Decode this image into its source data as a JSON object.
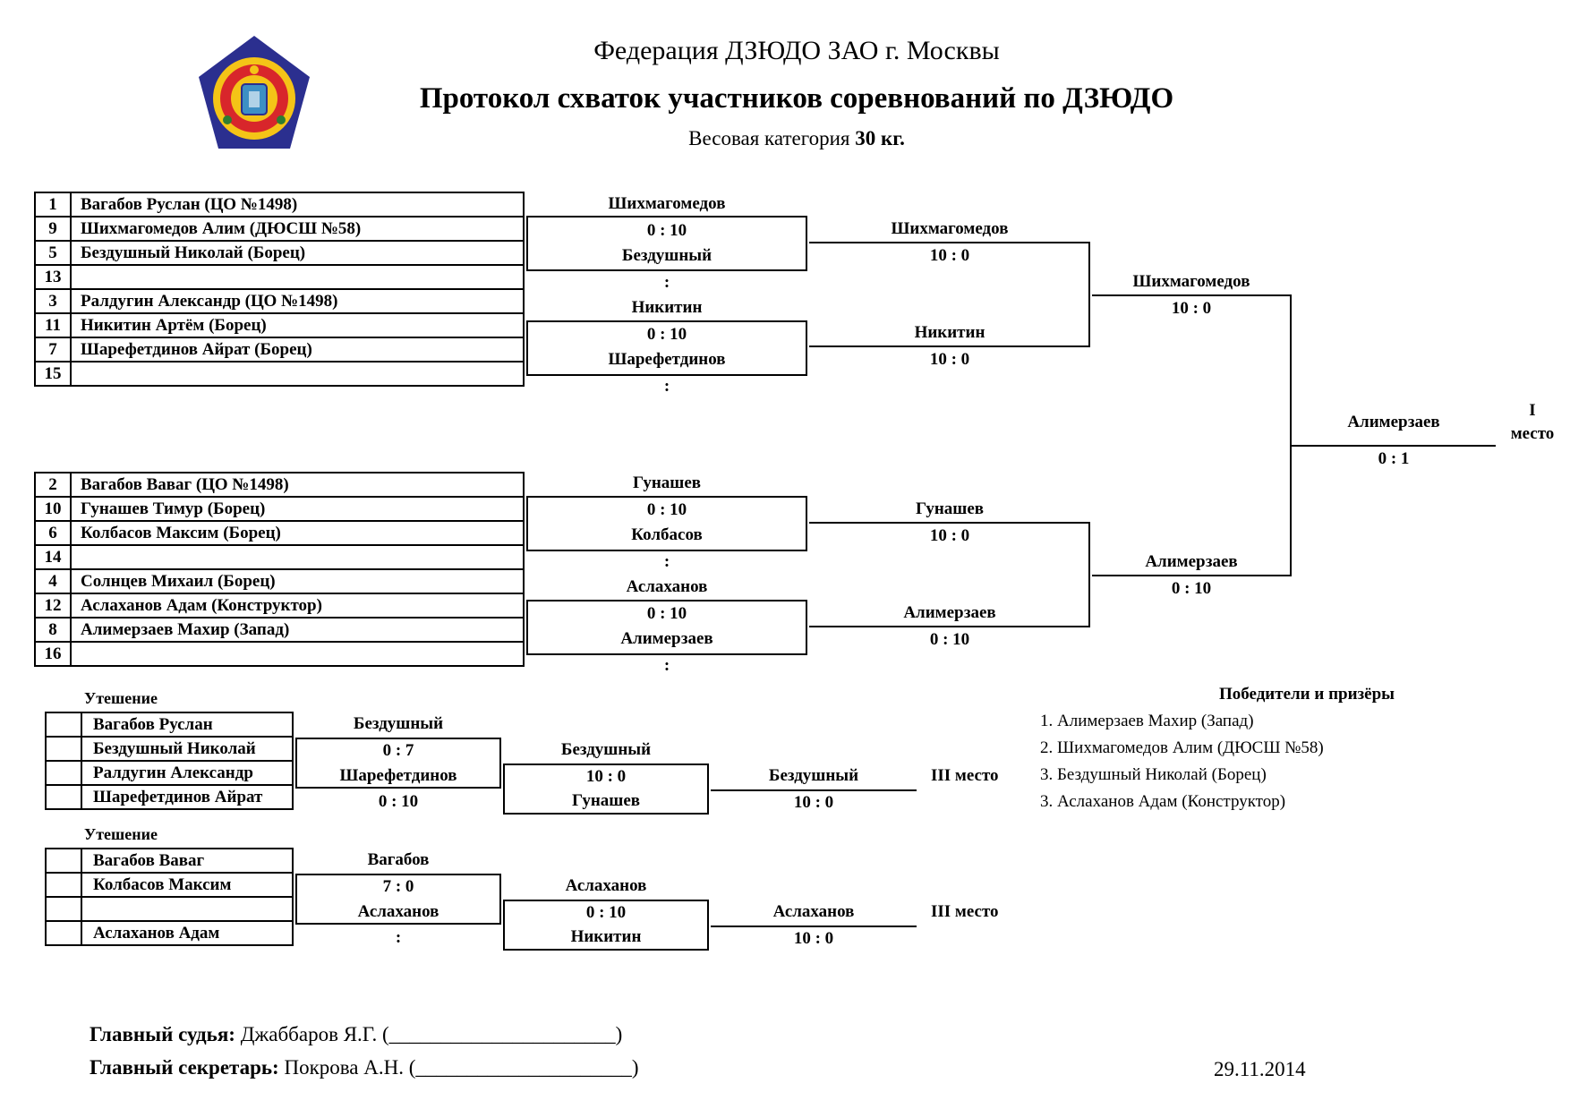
{
  "header": {
    "federation": "Федерация ДЗЮДО ЗАО г. Москвы",
    "title": "Протокол схваток участников соревнований по ДЗЮДО",
    "weight_label": "Весовая категория",
    "weight_value": "30 кг."
  },
  "groupA": [
    {
      "num": "1",
      "name": "Вагабов Руслан (ЦО №1498)"
    },
    {
      "num": "9",
      "name": "Шихмагомедов Алим (ДЮСШ №58)"
    },
    {
      "num": "5",
      "name": "Бездушный Николай (Борец)"
    },
    {
      "num": "13",
      "name": ""
    },
    {
      "num": "3",
      "name": "Ралдугин Александр (ЦО №1498)"
    },
    {
      "num": "11",
      "name": "Никитин Артём (Борец)"
    },
    {
      "num": "7",
      "name": "Шарефетдинов Айрат (Борец)"
    },
    {
      "num": "15",
      "name": ""
    }
  ],
  "groupB": [
    {
      "num": "2",
      "name": "Вагабов Ваваг (ЦО №1498)"
    },
    {
      "num": "10",
      "name": "Гунашев Тимур (Борец)"
    },
    {
      "num": "6",
      "name": "Колбасов Максим (Борец)"
    },
    {
      "num": "14",
      "name": ""
    },
    {
      "num": "4",
      "name": "Солнцев Михаил (Борец)"
    },
    {
      "num": "12",
      "name": "Аслаханов Адам (Конструктор)"
    },
    {
      "num": "8",
      "name": "Алимерзаев Махир (Запад)"
    },
    {
      "num": "16",
      "name": ""
    }
  ],
  "round1A": [
    {
      "top": "Шихмагомедов",
      "score": "0 : 10",
      "bottom": "Бездушный",
      "score2": ":"
    },
    {
      "top": "Никитин",
      "score": "0 : 10",
      "bottom": "Шарефетдинов",
      "score2": ":"
    }
  ],
  "round1B": [
    {
      "top": "Гунашев",
      "score": "0 : 10",
      "bottom": "Колбасов",
      "score2": ":"
    },
    {
      "top": "Аслаханов",
      "score": "0 : 10",
      "bottom": "Алимерзаев",
      "score2": ":"
    }
  ],
  "round2A": [
    {
      "winner": "Шихмагомедов",
      "score": "10 : 0"
    },
    {
      "winner": "Никитин",
      "score": "10 : 0"
    }
  ],
  "round2B": [
    {
      "winner": "Гунашев",
      "score": "10 : 0"
    },
    {
      "winner": "Алимерзаев",
      "score": "0 : 10"
    }
  ],
  "semi": [
    {
      "winner": "Шихмагомедов",
      "score": "10 : 0"
    },
    {
      "winner": "Алимерзаев",
      "score": "0 : 10"
    }
  ],
  "final": {
    "winner": "Алимерзаев",
    "score": "0 : 1",
    "place_num": "I",
    "place_word": "место"
  },
  "consolation1": {
    "label": "Утешение",
    "names": [
      "Вагабов Руслан",
      "Бездушный Николай",
      "Ралдугин Александр",
      "Шарефетдинов Айрат"
    ],
    "r1": {
      "top": "Бездушный",
      "score": "0 : 7",
      "bottom": "Шарефетдинов",
      "score2": "0 : 10"
    },
    "r2": {
      "top": "Бездушный",
      "score": "10 : 0",
      "bottom": "Гунашев"
    },
    "r3": {
      "winner": "Бездушный",
      "score": "10 : 0"
    },
    "place": "III место"
  },
  "consolation2": {
    "label": "Утешение",
    "names": [
      "Вагабов Ваваг",
      "Колбасов Максим",
      "",
      "Аслаханов Адам"
    ],
    "r1": {
      "top": "Вагабов",
      "score": "7 : 0",
      "bottom": "Аслаханов",
      "score2": ":"
    },
    "r2": {
      "top": "Аслаханов",
      "score": "0 : 10",
      "bottom": "Никитин"
    },
    "r3": {
      "winner": "Аслаханов",
      "score": "10 : 0"
    },
    "place": "III место"
  },
  "winners": {
    "title": "Победители и призёры",
    "list": [
      "1. Алимерзаев Махир (Запад)",
      "2. Шихмагомедов Алим (ДЮСШ №58)",
      "3. Бездушный Николай (Борец)",
      "3. Аслаханов Адам (Конструктор)"
    ]
  },
  "footer": {
    "judge_label": "Главный судья:",
    "judge_name": "Джаббаров Я.Г. (______________________)",
    "secretary_label": "Главный секретарь:",
    "secretary_name": "Покрова А.Н. (_____________________)",
    "date": "29.11.2014"
  },
  "colors": {
    "emblem_outer": "#2b2f8f",
    "emblem_red": "#d8262b",
    "emblem_yellow": "#f4c417",
    "emblem_inner": "#3d8fc4"
  }
}
